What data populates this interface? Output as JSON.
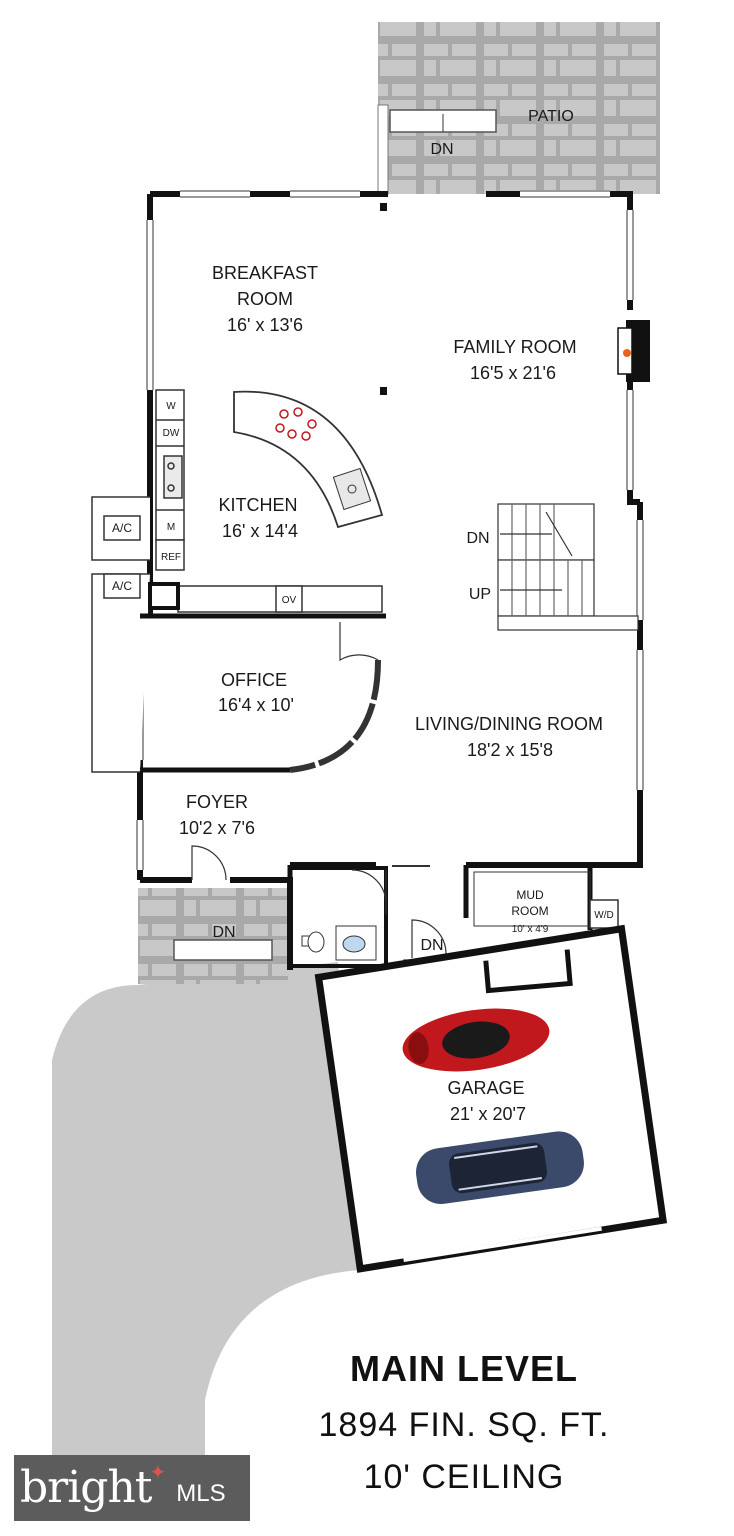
{
  "rooms": {
    "patio": {
      "name": "PATIO"
    },
    "breakfast": {
      "name_line1": "BREAKFAST",
      "name_line2": "ROOM",
      "size": "16' x 13'6"
    },
    "family": {
      "name": "FAMILY ROOM",
      "size": "16'5 x 21'6"
    },
    "kitchen": {
      "name": "KITCHEN",
      "size": "16' x 14'4"
    },
    "office": {
      "name": "OFFICE",
      "size": "16'4 x 10'"
    },
    "living": {
      "name": "LIVING/DINING ROOM",
      "size": "18'2 x 15'8"
    },
    "foyer": {
      "name": "FOYER",
      "size": "10'2 x 7'6"
    },
    "mud": {
      "name_line1": "MUD",
      "name_line2": "ROOM",
      "size": "10' x 4'9"
    },
    "garage": {
      "name": "GARAGE",
      "size": "21' x 20'7"
    }
  },
  "fixtures": {
    "w": "W",
    "dw": "DW",
    "m": "M",
    "ref": "REF",
    "ac1": "A/C",
    "ac2": "A/C",
    "ov": "OV",
    "wd": "W/D"
  },
  "stairs": {
    "patio_dn": "DN",
    "main_dn": "DN",
    "main_up": "UP",
    "foyer_dn": "DN",
    "garage_dn": "DN"
  },
  "footer": {
    "title": "MAIN LEVEL",
    "area": "1894 FIN. SQ. FT.",
    "ceiling": "10' CEILING"
  },
  "logo": {
    "brand": "bright",
    "suffix": "MLS"
  },
  "colors": {
    "wall": "#111111",
    "paving": "#a9a9a9",
    "driveway": "#c9c9c9",
    "car_red": "#c0181d",
    "car_blue": "#3b4a6b",
    "logo_bg": "#5c5c5c"
  }
}
